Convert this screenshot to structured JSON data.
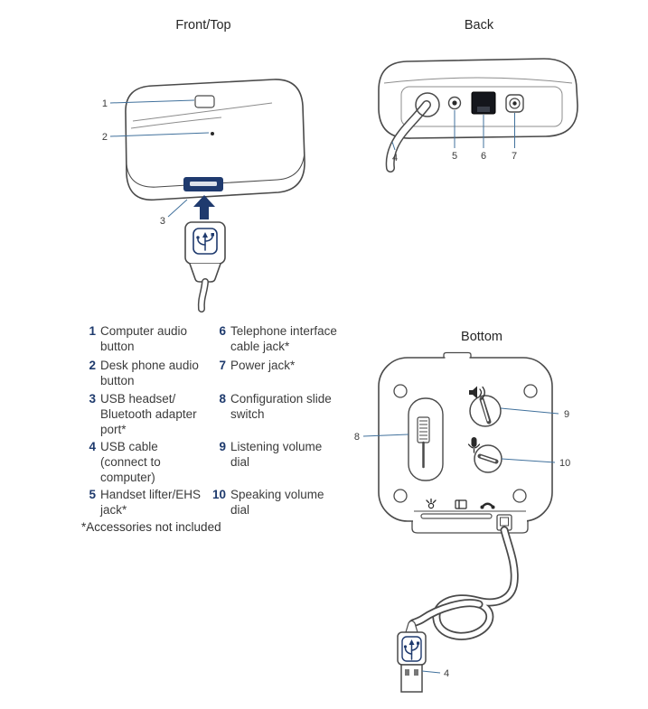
{
  "titles": {
    "front_top": "Front/Top",
    "back": "Back",
    "bottom": "Bottom"
  },
  "legend": {
    "items": [
      {
        "num": "1",
        "label": "Computer audio\nbutton"
      },
      {
        "num": "2",
        "label": "Desk phone audio\nbutton"
      },
      {
        "num": "3",
        "label": "USB headset/\nBluetooth adapter\nport*"
      },
      {
        "num": "4",
        "label": "USB cable\n(connect to\ncomputer)"
      },
      {
        "num": "5",
        "label": "Handset lifter/EHS\njack*"
      },
      {
        "num": "6",
        "label": "Telephone interface\ncable jack*"
      },
      {
        "num": "7",
        "label": "Power jack*"
      },
      {
        "num": "8",
        "label": "Configuration slide\nswitch"
      },
      {
        "num": "9",
        "label": "Listening volume\ndial"
      },
      {
        "num": "10",
        "label": "Speaking volume\ndial"
      }
    ],
    "footnote": "*Accessories not included"
  },
  "callouts": {
    "front": {
      "c1": "1",
      "c2": "2",
      "c3": "3"
    },
    "back": {
      "c4": "4",
      "c5": "5",
      "c6": "6",
      "c7": "7"
    },
    "bottom": {
      "c8": "8",
      "c9": "9",
      "c10": "10",
      "c4": "4"
    }
  },
  "colors": {
    "navy": "#1f3a6e",
    "outline": "#4a4a4a",
    "callout_line": "#41719c",
    "legend_number": "#1e3a6d",
    "text": "#3b3b3b"
  }
}
